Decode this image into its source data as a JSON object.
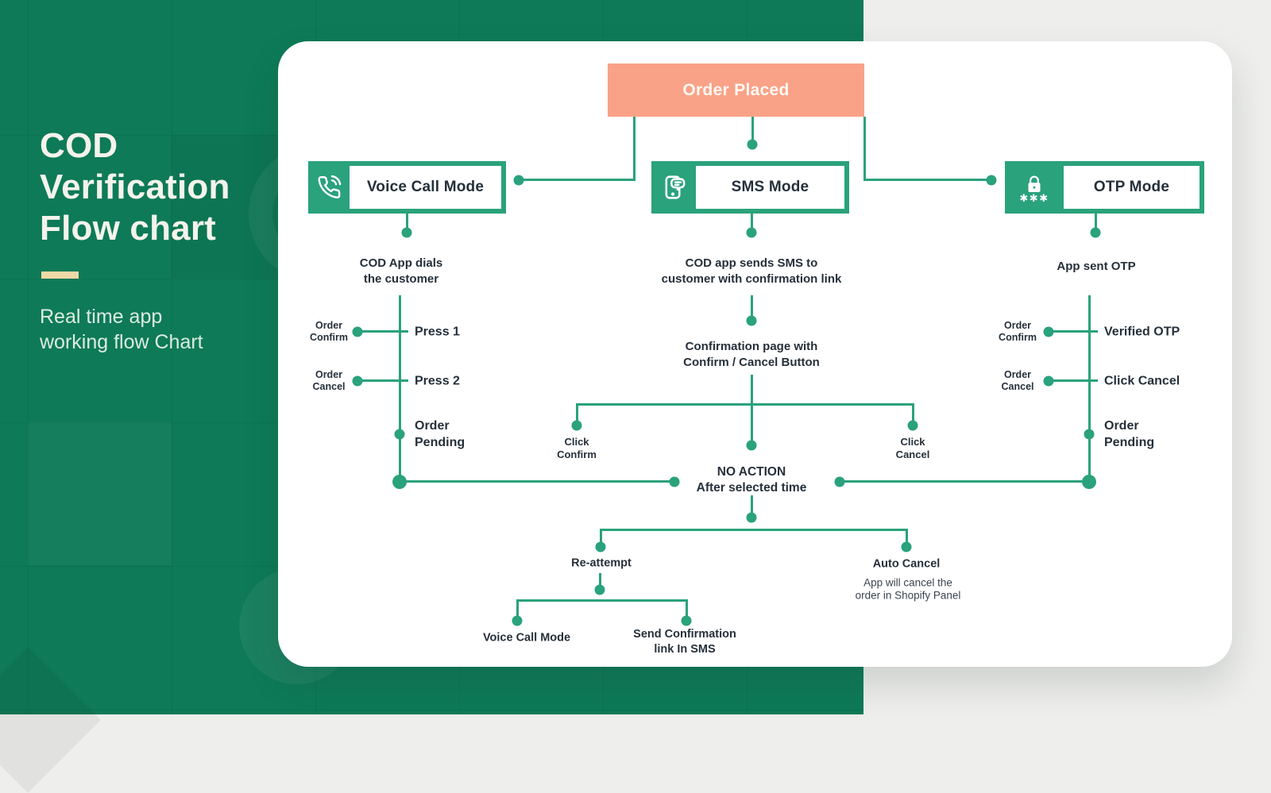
{
  "sidebar": {
    "title": "COD Verification Flow chart",
    "subtitle": "Real time app working flow Chart"
  },
  "flow": {
    "start": "Order Placed",
    "modes": {
      "voice": "Voice Call Mode",
      "sms": "SMS Mode",
      "otp": "OTP Mode"
    },
    "voice": {
      "step": "COD App dials\nthe customer",
      "rows": [
        {
          "option": "Press 1",
          "outcome": "Order\nConfirm"
        },
        {
          "option": "Press 2",
          "outcome": "Order\nCancel"
        }
      ],
      "pending": "Order\nPending"
    },
    "sms": {
      "step": "COD app sends SMS to\ncustomer with confirmation link",
      "page": "Confirmation page with\nConfirm / Cancel Button",
      "click_confirm": "Click\nConfirm",
      "click_cancel": "Click\nCancel"
    },
    "otp": {
      "step": "App sent OTP",
      "rows": [
        {
          "option": "Verified OTP",
          "outcome": "Order\nConfirm"
        },
        {
          "option": "Click Cancel",
          "outcome": "Order\nCancel"
        }
      ],
      "pending": "Order\nPending"
    },
    "no_action": "NO ACTION\nAfter selected time",
    "reattempt": "Re-attempt",
    "auto_cancel": "Auto Cancel",
    "auto_cancel_note": "App will cancel the\norder in Shopify Panel",
    "reattempt_children": {
      "voice": "Voice Call Mode",
      "sms": "Send Confirmation\nlink In SMS"
    }
  },
  "icons": {
    "voice": "phone-call-icon",
    "sms": "sms-bubble-icon",
    "otp": "password-lock-icon",
    "otp_stars": "✱✱✱"
  },
  "colors": {
    "panel_green": "#0e7a57",
    "accent_green": "#2aa27b",
    "salmon": "#f9a287",
    "text_dark": "#25303b",
    "tan_bar": "#efd9a7",
    "page_gray": "#eeeeec"
  }
}
